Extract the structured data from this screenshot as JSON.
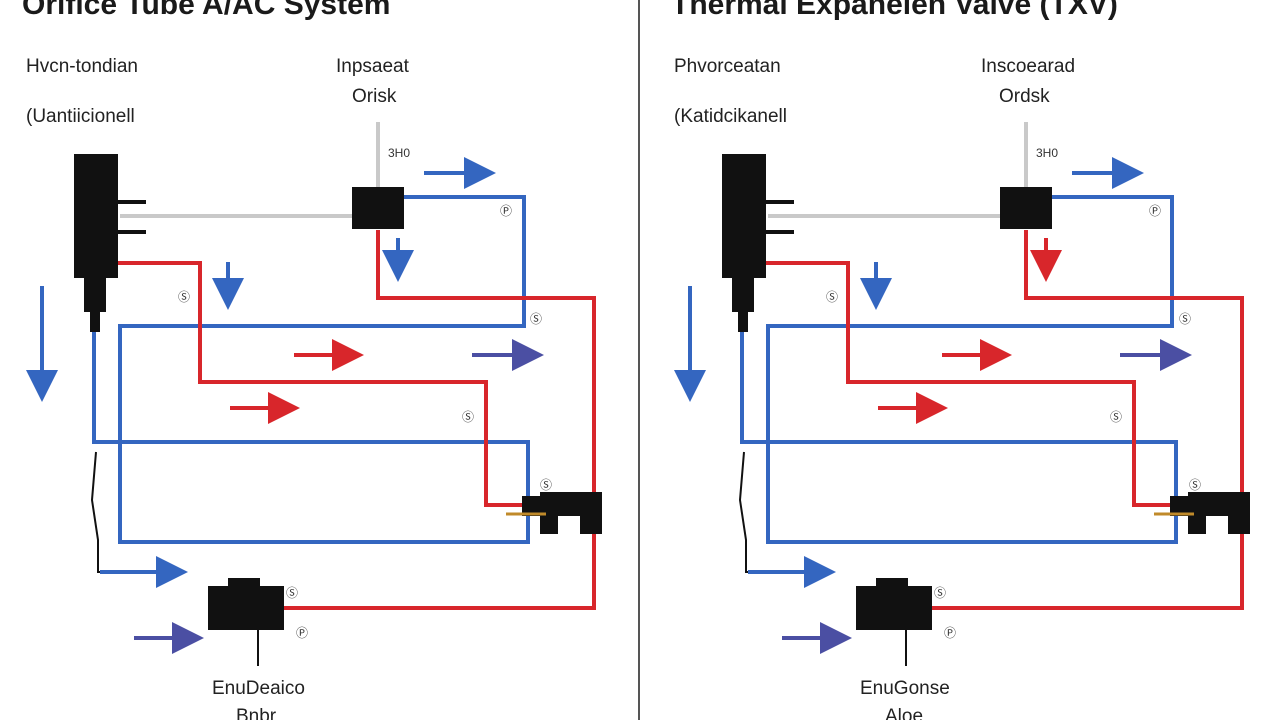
{
  "left_panel": {
    "title": "Orifice Tube A/AC System",
    "labels": {
      "top_left_1": "Hvcn-tondian",
      "top_left_2": "(Uantiicionell",
      "top_center_1": "Inpsaeat",
      "top_center_2": "Orisk",
      "bottom": "EnuDeaico",
      "bottom_2": "Bnbr"
    },
    "tiny_labels": [
      "3H0",
      "Ⓢ",
      "Ⓟ",
      "Ⓢ",
      "Ⓢ",
      "Ⓢ",
      "Ⓢ",
      "Ⓟ"
    ]
  },
  "right_panel": {
    "title": "Thermal Expanelen Vaive (TXV)",
    "labels": {
      "top_left_1": "Phvorceatan",
      "top_left_2": "(Katidcikanell",
      "top_center_1": "Inscoearad",
      "top_center_2": "Ordsk",
      "bottom": "EnuGonse",
      "bottom_2": "Aloe"
    },
    "tiny_labels": [
      "3H0",
      "Ⓢ",
      "Ⓟ",
      "Ⓢ",
      "Ⓢ",
      "Ⓢ",
      "Ⓢ",
      "Ⓟ"
    ]
  },
  "colors": {
    "high_pressure": "#d8262b",
    "low_pressure": "#3466c0",
    "arrow_blue": "#3466c0",
    "arrow_purple": "#4b4fa3",
    "component": "#111111",
    "tube_gray": "#c9c9c9"
  }
}
